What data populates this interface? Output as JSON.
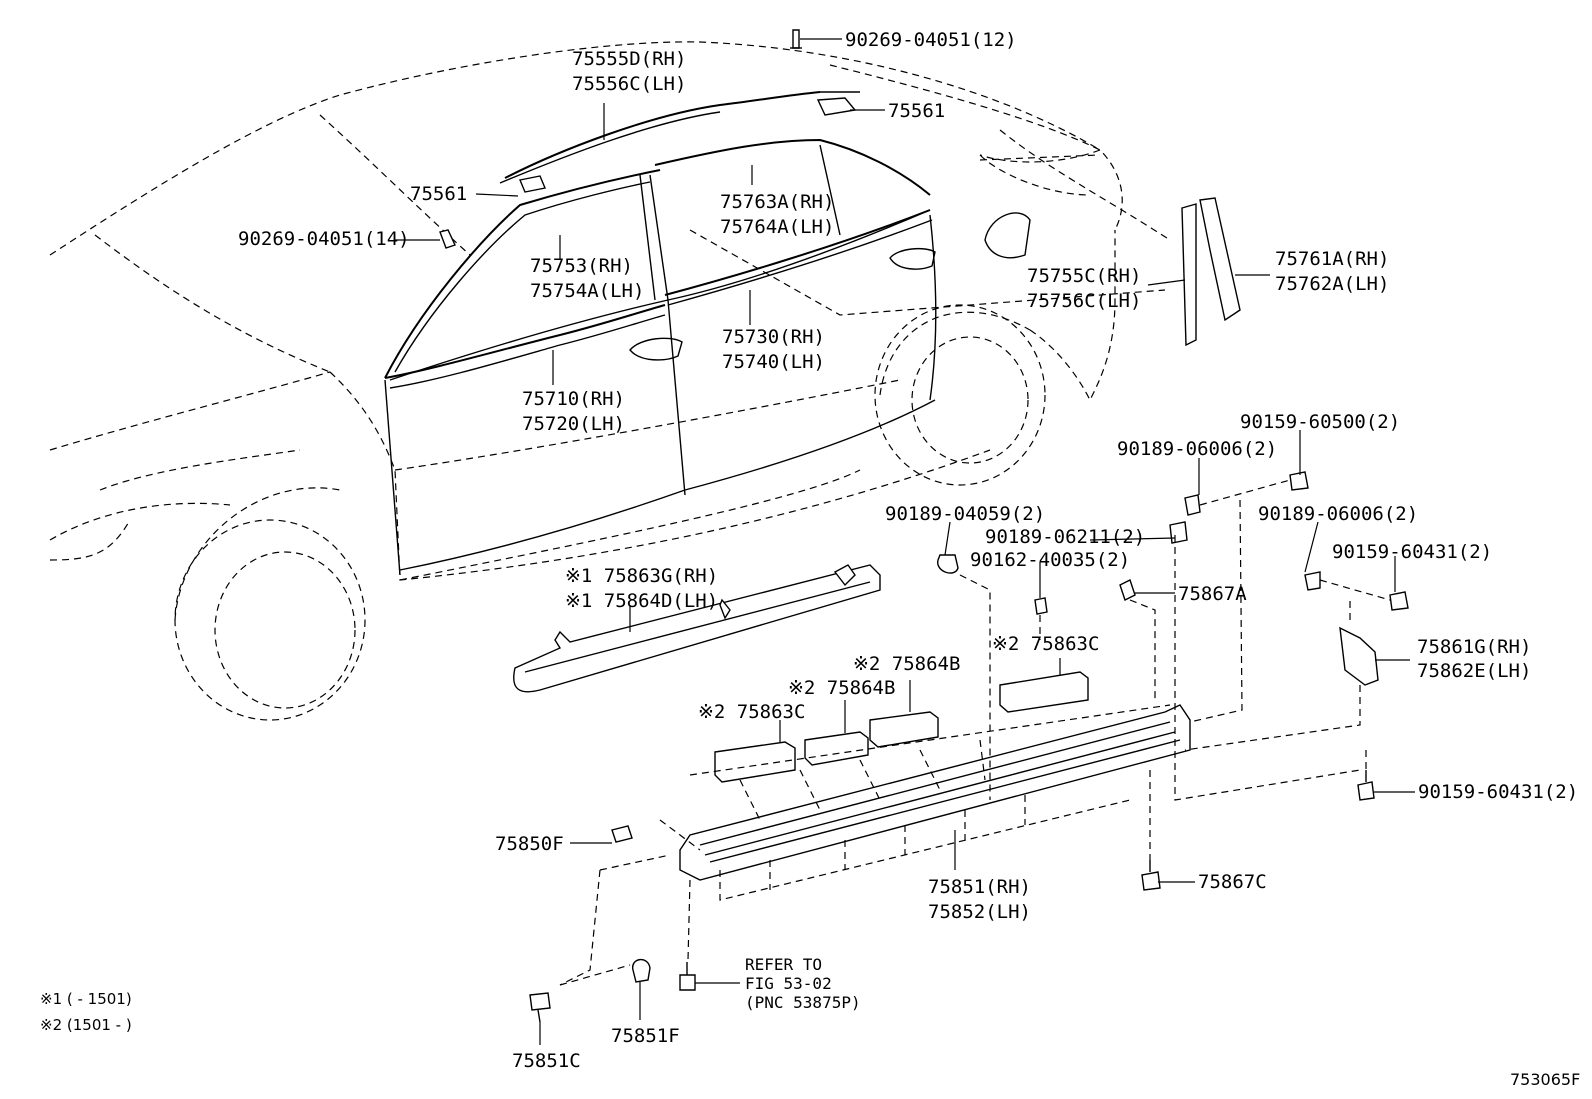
{
  "figure_id": "753065F",
  "notes": {
    "n1": "※1 (      - 1501)",
    "n2": "※2 (1501 -      )"
  },
  "labels": {
    "l90269_12": "90269-04051(12)",
    "l75555": "75555D(RH)",
    "l75556": "75556C(LH)",
    "l75561_top": "75561",
    "l75561_left": "75561",
    "l90269_14": "90269-04051(14)",
    "l75763": "75763A(RH)",
    "l75764": "75764A(LH)",
    "l75753": "75753(RH)",
    "l75754": "75754A(LH)",
    "l75755": "75755C(RH)",
    "l75756": "75756C(LH)",
    "l75761": "75761A(RH)",
    "l75762": "75762A(LH)",
    "l75730": "75730(RH)",
    "l75740": "75740(LH)",
    "l75710": "75710(RH)",
    "l75720": "75720(LH)",
    "l90159_500": "90159-60500(2)",
    "l90189_006a": "90189-06006(2)",
    "l90189_006b": "90189-06006(2)",
    "l90189_059": "90189-04059(2)",
    "l90189_211": "90189-06211(2)",
    "l90162": "90162-40035(2)",
    "l90159_431a": "90159-60431(2)",
    "l75867A": "75867A",
    "l75863G": "※1 75863G(RH)",
    "l75864D": "※1 75864D(LH)",
    "l75863C_r": "※2 75863C",
    "l75864B_a": "※2 75864B",
    "l75864B_b": "※2 75864B",
    "l75863C_l": "※2 75863C",
    "l75861G": "75861G(RH)",
    "l75862E": "75862E(LH)",
    "l90159_431b": "90159-60431(2)",
    "l75850F": "75850F",
    "l75851": "75851(RH)",
    "l75852": "75852(LH)",
    "l75867C": "75867C",
    "ref1": "REFER TO",
    "ref2": "FIG 53-02",
    "ref3": "(PNC 53875P)",
    "l75851C": "75851C",
    "l75851F": "75851F"
  }
}
